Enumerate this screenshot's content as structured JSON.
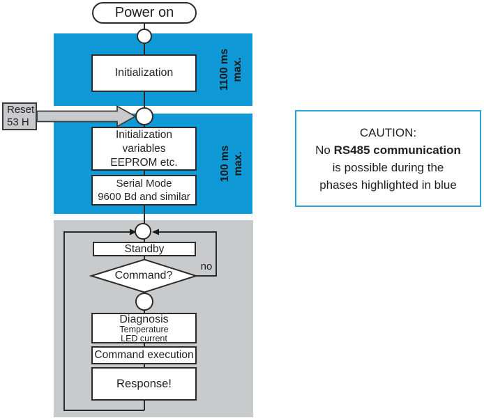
{
  "colors": {
    "highlight_blue": "#0f99d6",
    "panel_gray": "#c9cacb",
    "caution_border": "#29a4dc",
    "ink": "#231f20"
  },
  "flowchart": {
    "start_label": "Power on",
    "phase1": {
      "box": "Initialization",
      "duration_line1": "1100 ms",
      "duration_line2": "max."
    },
    "reset": {
      "line1": "Reset",
      "line2": "53 H"
    },
    "phase2": {
      "box1_lines": [
        "Initialization",
        "variables",
        "EEPROM etc."
      ],
      "box2_lines": [
        "Serial Mode",
        "9600 Bd and similar"
      ],
      "duration_line1": "100 ms",
      "duration_line2": "max."
    },
    "loop": {
      "standby": "Standby",
      "decision": "Command?",
      "no_label": "no",
      "diagnosis_title": "Diagnosis",
      "diagnosis_sub1": "Temperature",
      "diagnosis_sub2": "LED current",
      "command_execution": "Command execution",
      "response": "Response!"
    }
  },
  "caution": {
    "line1": "CAUTION:",
    "line2_prefix": "No ",
    "line2_bold": "RS485 communication",
    "line3": "is possible during the",
    "line4": "phases highlighted in blue"
  }
}
